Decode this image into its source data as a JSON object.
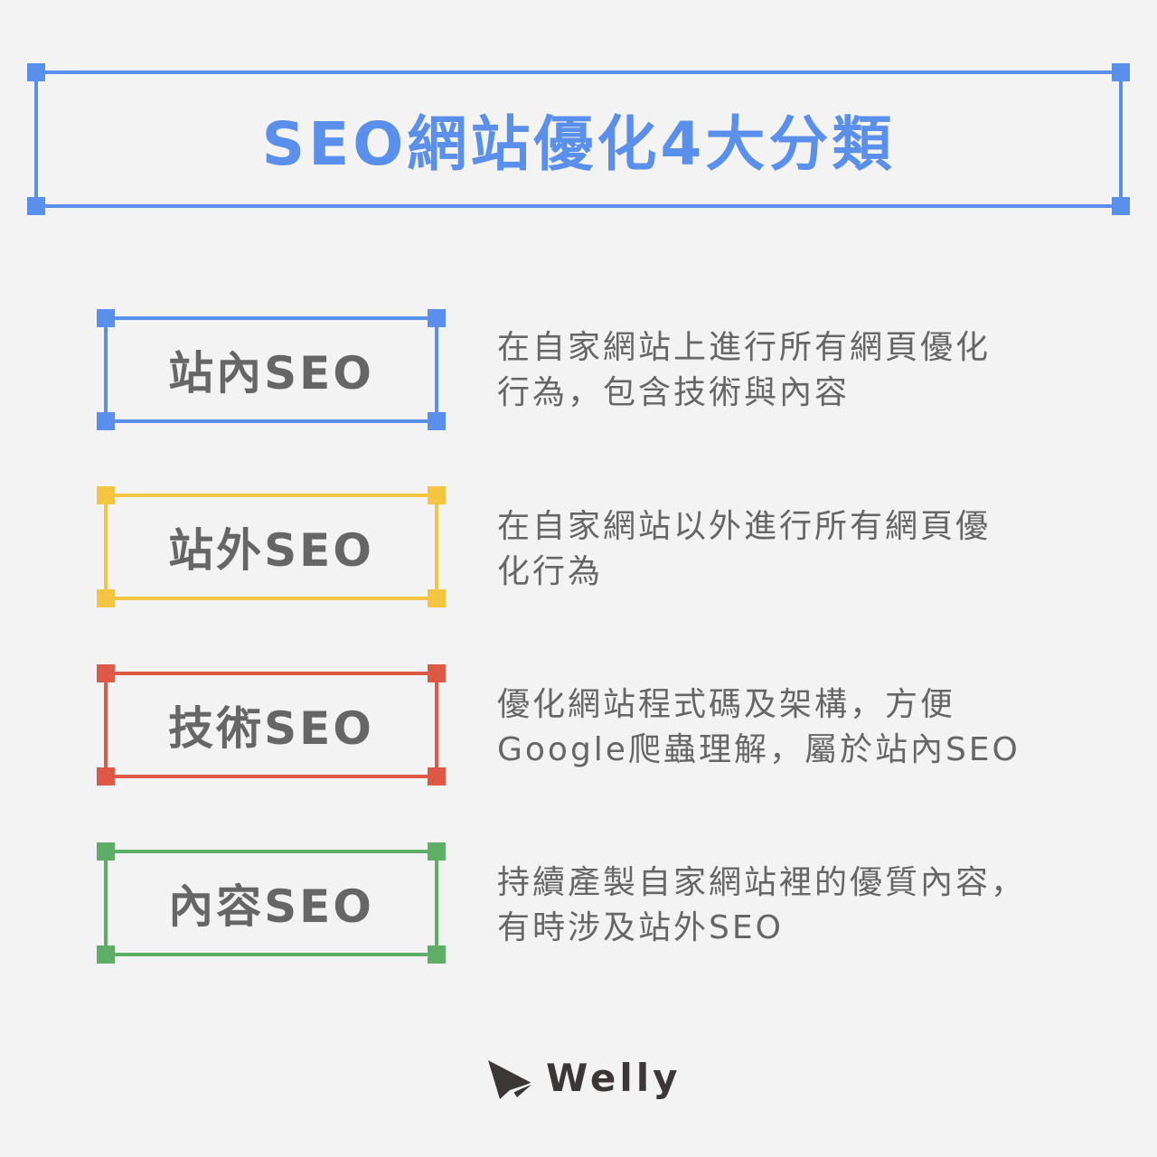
{
  "title": {
    "text": "SEO網站優化4大分類",
    "color": "#5b8fec"
  },
  "categories": [
    {
      "label": "站內SEO",
      "color": "#5b8fec",
      "description_lines": [
        "在自家網站上進行所有網頁優化",
        "行為，包含技術與內容"
      ]
    },
    {
      "label": "站外SEO",
      "color": "#f4c542",
      "description_lines": [
        "在自家網站以外進行所有網頁優",
        "化行為"
      ]
    },
    {
      "label": "技術SEO",
      "color": "#de5846",
      "description_lines": [
        "優化網站程式碼及架構，方便",
        "Google爬蟲理解，屬於站內SEO"
      ]
    },
    {
      "label": "內容SEO",
      "color": "#5fae66",
      "description_lines": [
        "持續產製自家網站裡的優質內容，",
        "有時涉及站外SEO"
      ]
    }
  ],
  "logo": {
    "icon": "paper-plane-icon",
    "text": "Welly",
    "color": "#3b3737"
  }
}
